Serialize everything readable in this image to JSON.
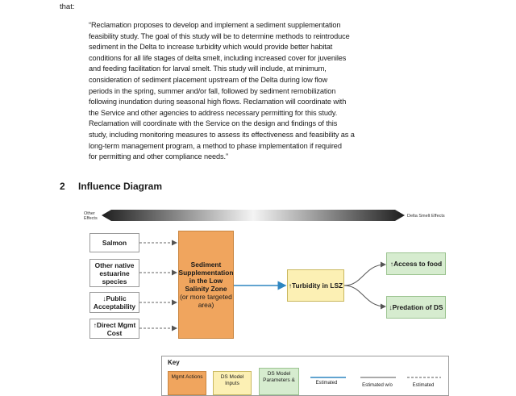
{
  "intro": {
    "lead_text": "that:"
  },
  "quote": {
    "lines": [
      "“Reclamation proposes to develop and implement a sediment supplementation",
      "feasibility study. The goal of this study will be to determine methods to reintroduce",
      "sediment in the Delta to increase turbidity which would provide better habitat",
      "conditions for all life stages of delta smelt, including increased cover for juveniles",
      "and feeding facilitation for larval smelt. This study will include, at minimum,",
      "consideration of sediment placement upstream of the Delta during low flow",
      "periods in the spring, summer and/or fall, followed by sediment remobilization",
      "following inundation during seasonal high flows. Reclamation will coordinate with",
      "the Service and other agencies to address necessary permitting for this study.",
      "Reclamation will coordinate with the Service on the design and findings of this",
      "study, including monitoring measures to assess its effectiveness and feasibility as a",
      "long-term management program, a method to phase implementation if required",
      "for permitting and other compliance needs.”"
    ]
  },
  "section": {
    "number": "2",
    "title": "Influence Diagram"
  },
  "diagram": {
    "scale_left": "Other Effects",
    "scale_right": "Delta Smelt Effects",
    "left_boxes": [
      "Salmon",
      "Other native estuarine species",
      "↓Public Acceptability",
      "↑Direct Mgmt Cost"
    ],
    "mgmt_action": {
      "title": "Sediment Supplementation in the Low Salinity Zone",
      "subtitle": "(or more targeted area)"
    },
    "intermediate": "↑Turbidity in LSZ",
    "outcomes": [
      "↑Access to food",
      "↓Predation of DS"
    ],
    "colors": {
      "mgmt": "#f0a55e",
      "intermediate": "#fcf0b4",
      "outcome": "#d6eccf",
      "arrow_blue": "#2e86c1"
    }
  },
  "key": {
    "title": "Key",
    "items": [
      "Mgmt Actions",
      "DS Model Inputs",
      "DS Model Parameters &",
      "Estimated",
      "Estimated w/o",
      "Estimated"
    ]
  }
}
